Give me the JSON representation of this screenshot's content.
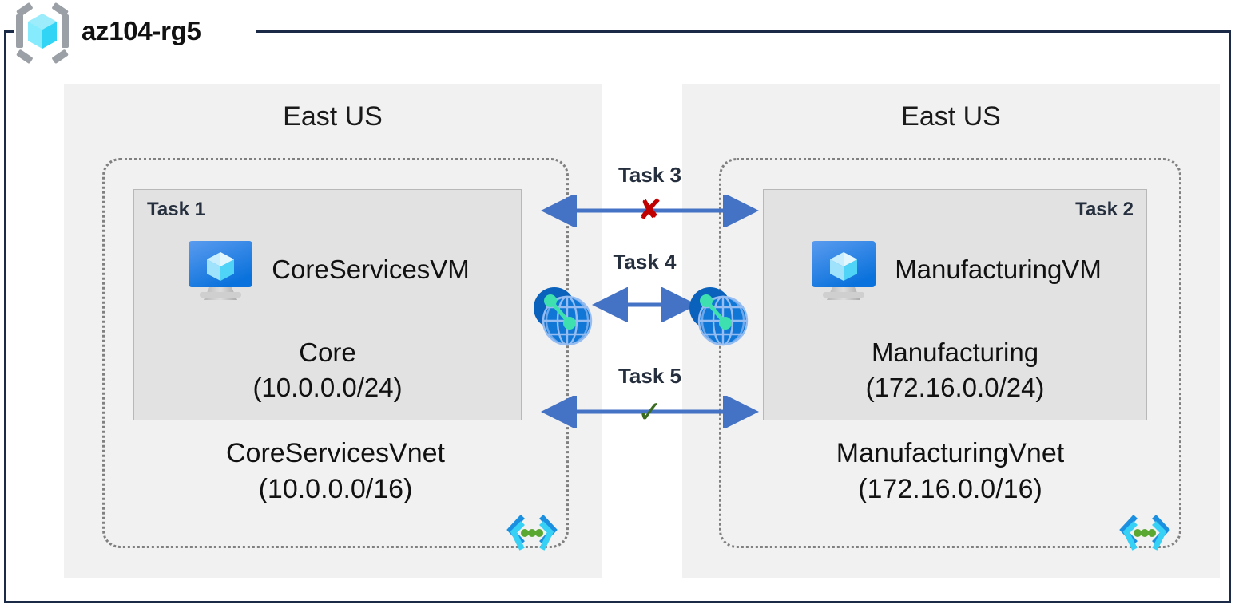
{
  "resource_group": {
    "title": "az104-rg5",
    "icon": "resource-group-cube-icon"
  },
  "regions": [
    {
      "label": "East US",
      "side": "left"
    },
    {
      "label": "East US",
      "side": "right"
    }
  ],
  "vnets": [
    {
      "name": "CoreServicesVnet",
      "address_space": "(10.0.0.0/16)",
      "corner_icon": "virtual-network-icon",
      "subnet": {
        "task": "Task 1",
        "task_align": "left",
        "vm_name": "CoreServicesVM",
        "vm_icon": "virtual-machine-icon",
        "subnet_name": "Core",
        "subnet_range": "(10.0.0.0/24)"
      }
    },
    {
      "name": "ManufacturingVnet",
      "address_space": "(172.16.0.0/16)",
      "corner_icon": "virtual-network-icon",
      "subnet": {
        "task": "Task 2",
        "task_align": "right",
        "vm_name": "ManufacturingVM",
        "vm_icon": "virtual-machine-icon",
        "subnet_name": "Manufacturing",
        "subnet_range": "(172.16.0.0/24)"
      }
    }
  ],
  "connectors": [
    {
      "label": "Task 3",
      "status_mark": "✘",
      "status": "blocked",
      "status_color": "#c00000",
      "arrow_color": "#4472c4",
      "style": "double-headed-arrow"
    },
    {
      "label": "Task 4",
      "status_mark": "",
      "status": "peering",
      "status_color": "",
      "arrow_color": "#4472c4",
      "style": "double-headed-arrow-between-peering-icons"
    },
    {
      "label": "Task 5",
      "status_mark": "✓",
      "status": "allowed",
      "status_color": "#3a6b1f",
      "arrow_color": "#4472c4",
      "style": "double-headed-arrow"
    }
  ],
  "peering_icons": [
    {
      "name": "virtual-network-peering-icon",
      "side": "left"
    },
    {
      "name": "virtual-network-peering-icon",
      "side": "right"
    }
  ],
  "colors": {
    "frame_border": "#1b2a47",
    "region_panel": "#f1f1f1",
    "subnet_fill": "#e2e2e2",
    "vnet_border": "#808080",
    "arrow_blue": "#4472c4",
    "task_text": "#252f3e",
    "azure_blue": "#0f7cd4",
    "azure_cyan": "#50e6ff",
    "peer_teal": "#3ee0b0",
    "check_green": "#3a6b1f",
    "cross_red": "#c00000"
  }
}
